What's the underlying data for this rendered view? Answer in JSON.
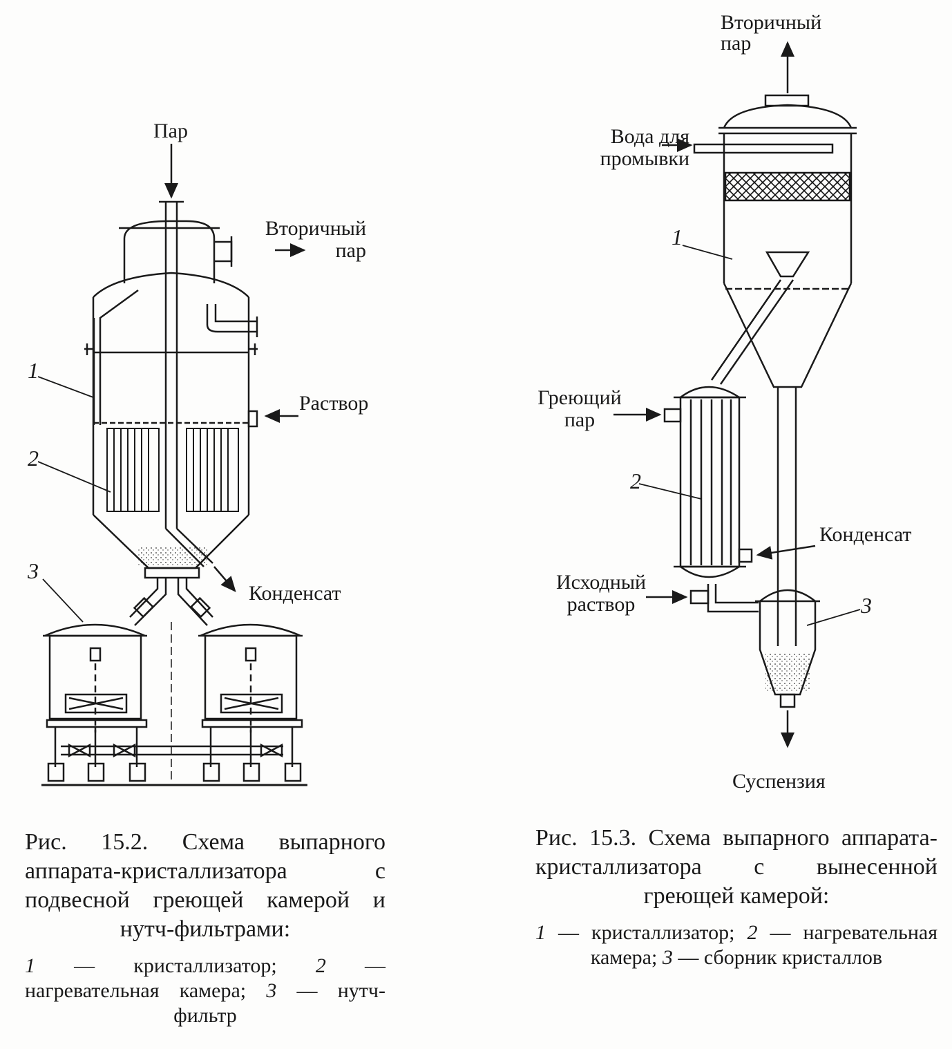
{
  "fig_left": {
    "labels": {
      "steam_in": "Пар",
      "secondary_steam": "Вторичный\nпар",
      "solution": "Раствор",
      "condensate": "Конденсат",
      "num1": "1",
      "num2": "2",
      "num3": "3"
    },
    "caption": {
      "title": "Рис. 15.2. Схема выпарного аппарата-кристаллизатора с подвесной греющей камерой и нутч-фильтрами:",
      "legend": [
        {
          "n": "1",
          "text": " — кристаллизатор; "
        },
        {
          "n": "2",
          "text": " — нагревательная камера; "
        },
        {
          "n": "3",
          "text": " — нутч-фильтр"
        }
      ]
    }
  },
  "fig_right": {
    "labels": {
      "secondary_steam": "Вторичный\nпар",
      "wash_water": "Вода для\nпромывки",
      "heating_steam": "Греющий\nпар",
      "condensate": "Конденсат",
      "feed_solution": "Исходный\nраствор",
      "suspension": "Суспензия",
      "num1": "1",
      "num2": "2",
      "num3": "3"
    },
    "caption": {
      "title": "Рис. 15.3. Схема выпарного аппарата-кристаллизатора с вынесенной греющей камерой:",
      "legend": [
        {
          "n": "1",
          "text": " — кристаллизатор; "
        },
        {
          "n": "2",
          "text": " — нагревательная камера; "
        },
        {
          "n": "3",
          "text": " — сборник кристаллов"
        }
      ]
    }
  }
}
